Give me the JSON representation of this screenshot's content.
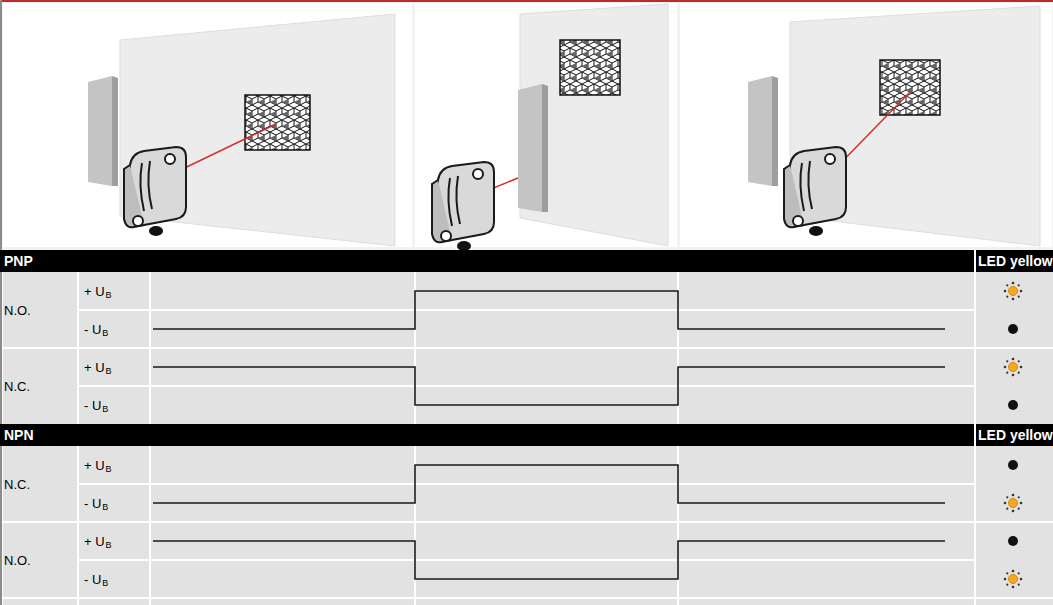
{
  "diagram": {
    "nodes": [
      {
        "text": [
          "PNP",
          "LED yellow"
        ]
      },
      {
        "text": [
          "NPN",
          "LED yellow"
        ]
      }
    ],
    "labels": [
      "N.O.",
      "+ U",
      "B",
      "- U",
      "B",
      "N.C.",
      "+ U",
      "B",
      "- U",
      "B",
      "N.C.",
      "+ U",
      "B",
      "- U",
      "B",
      "N.O.",
      "+ U",
      "B",
      "- U",
      "B"
    ]
  }
}
